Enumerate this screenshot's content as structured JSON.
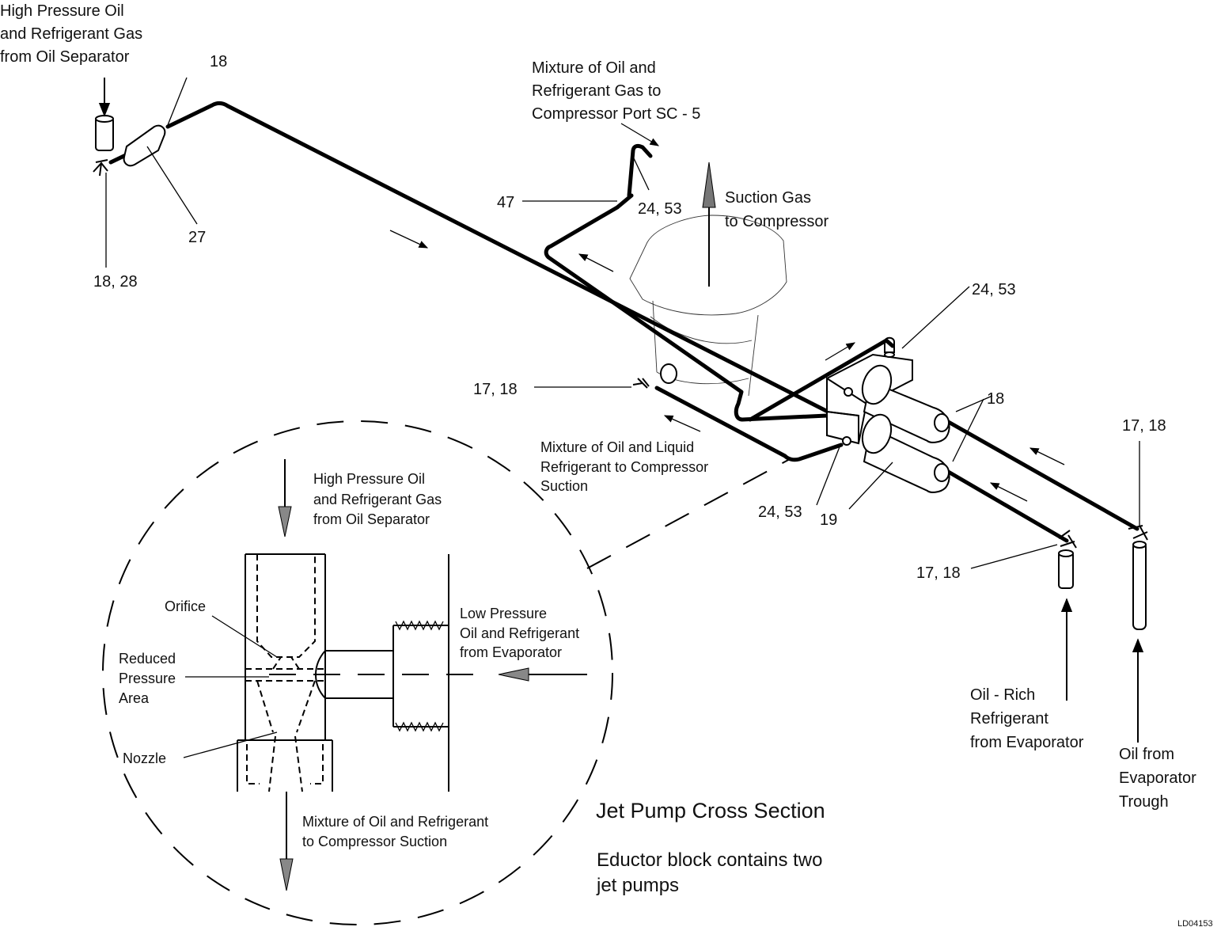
{
  "labels": {
    "hp_source": [
      "High Pressure Oil",
      "and Refrigerant Gas",
      "from Oil Separator"
    ],
    "mixture_gas": [
      "Mixture of Oil and",
      "Refrigerant Gas to",
      "Compressor Port SC - 5"
    ],
    "suction_gas": [
      "Suction Gas",
      "to Compressor"
    ],
    "mixture_liquid": [
      "Mixture of Oil and Liquid",
      "Refrigerant to Compressor",
      "Suction"
    ],
    "oil_rich": [
      "Oil - Rich",
      "Refrigerant",
      "from Evaporator"
    ],
    "oil_trough": [
      "Oil from",
      "Evaporator",
      "Trough"
    ],
    "inset_hp": [
      "High Pressure Oil",
      "and Refrigerant Gas",
      "from Oil Separator"
    ],
    "low_pressure": [
      "Low Pressure",
      "Oil and Refrigerant",
      "from Evaporator"
    ],
    "orifice": "Orifice",
    "reduced_pressure": [
      "Reduced",
      "Pressure",
      "Area"
    ],
    "nozzle": "Nozzle",
    "inset_mixture": [
      "Mixture of Oil and Refrigerant",
      "to Compressor Suction"
    ],
    "inset_title": "Jet Pump Cross Section",
    "inset_note": [
      "Eductor block contains two",
      "jet pumps"
    ],
    "figure_id": "LD04153"
  },
  "callouts": {
    "c18_top": "18",
    "c27": "27",
    "c18_28": "18, 28",
    "c47": "47",
    "c24_53_top": "24, 53",
    "c24_53_right": "24, 53",
    "c17_18_mid": "17, 18",
    "c18_block": "18",
    "c17_18_right": "17, 18",
    "c24_53_bottom": "24, 53",
    "c19": "19",
    "c17_18_bottom": "17, 18"
  }
}
